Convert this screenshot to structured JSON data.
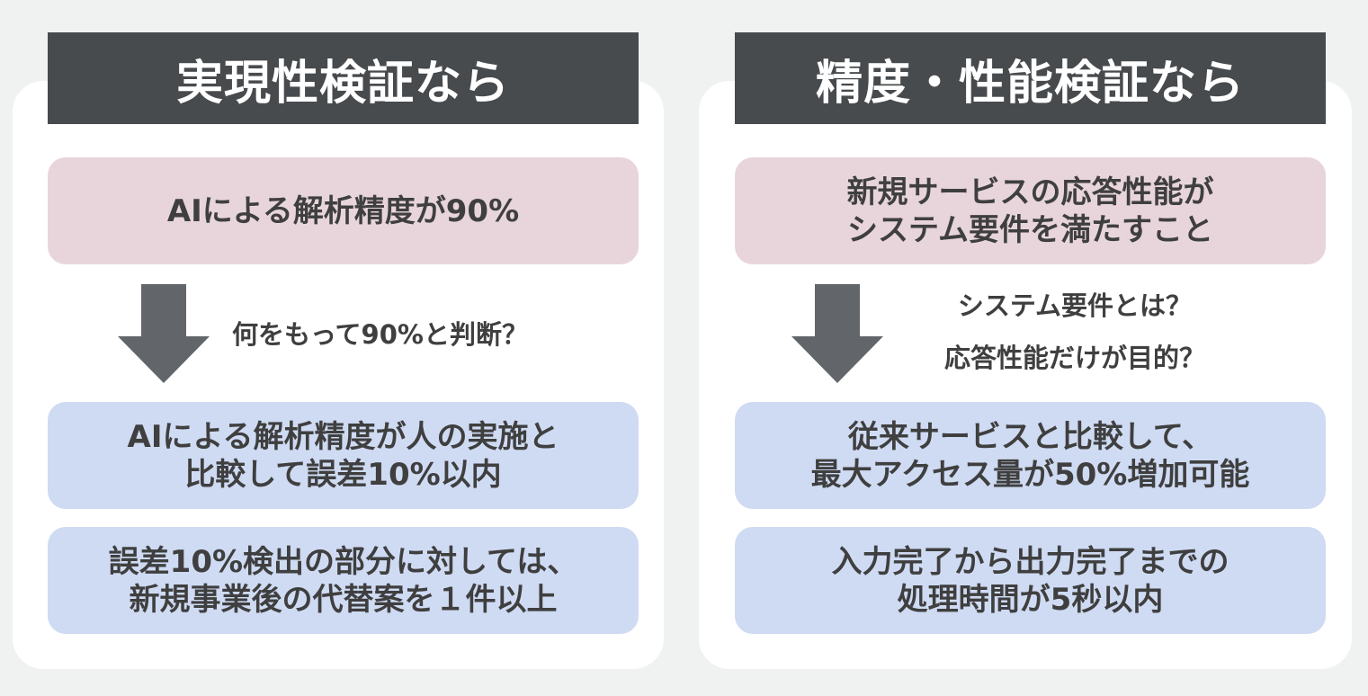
{
  "left": {
    "header": "実現性検証なら",
    "goal": [
      "AIによる解析精度が90%"
    ],
    "question": [
      "何をもって90%と判断？"
    ],
    "criteria": [
      [
        "AIによる解析精度が人の実施と",
        "比較して誤差10%以内"
      ],
      [
        "誤差10%検出の部分に対しては、",
        "新規事業後の代替案を１件以上"
      ]
    ]
  },
  "right": {
    "header": "精度・性能検証なら",
    "goal": [
      "新規サービスの応答性能が",
      "システム要件を満たすこと"
    ],
    "question": [
      "システム要件とは？",
      "応答性能だけが目的？"
    ],
    "criteria": [
      [
        "従来サービスと比較して、",
        "最大アクセス量が50%増加可能"
      ],
      [
        "入力完了から出力完了までの",
        "処理時間が5秒以内"
      ]
    ]
  },
  "colors": {
    "background": "#f0f1f1",
    "card": "#ffffff",
    "header": "#474b4e",
    "goal_box": "#e8d5dc",
    "criteria_box": "#cfdbf3",
    "arrow": "#62666a",
    "text": "#3f3f3f"
  },
  "icons": [
    "down-arrow-icon",
    "down-arrow-icon"
  ]
}
